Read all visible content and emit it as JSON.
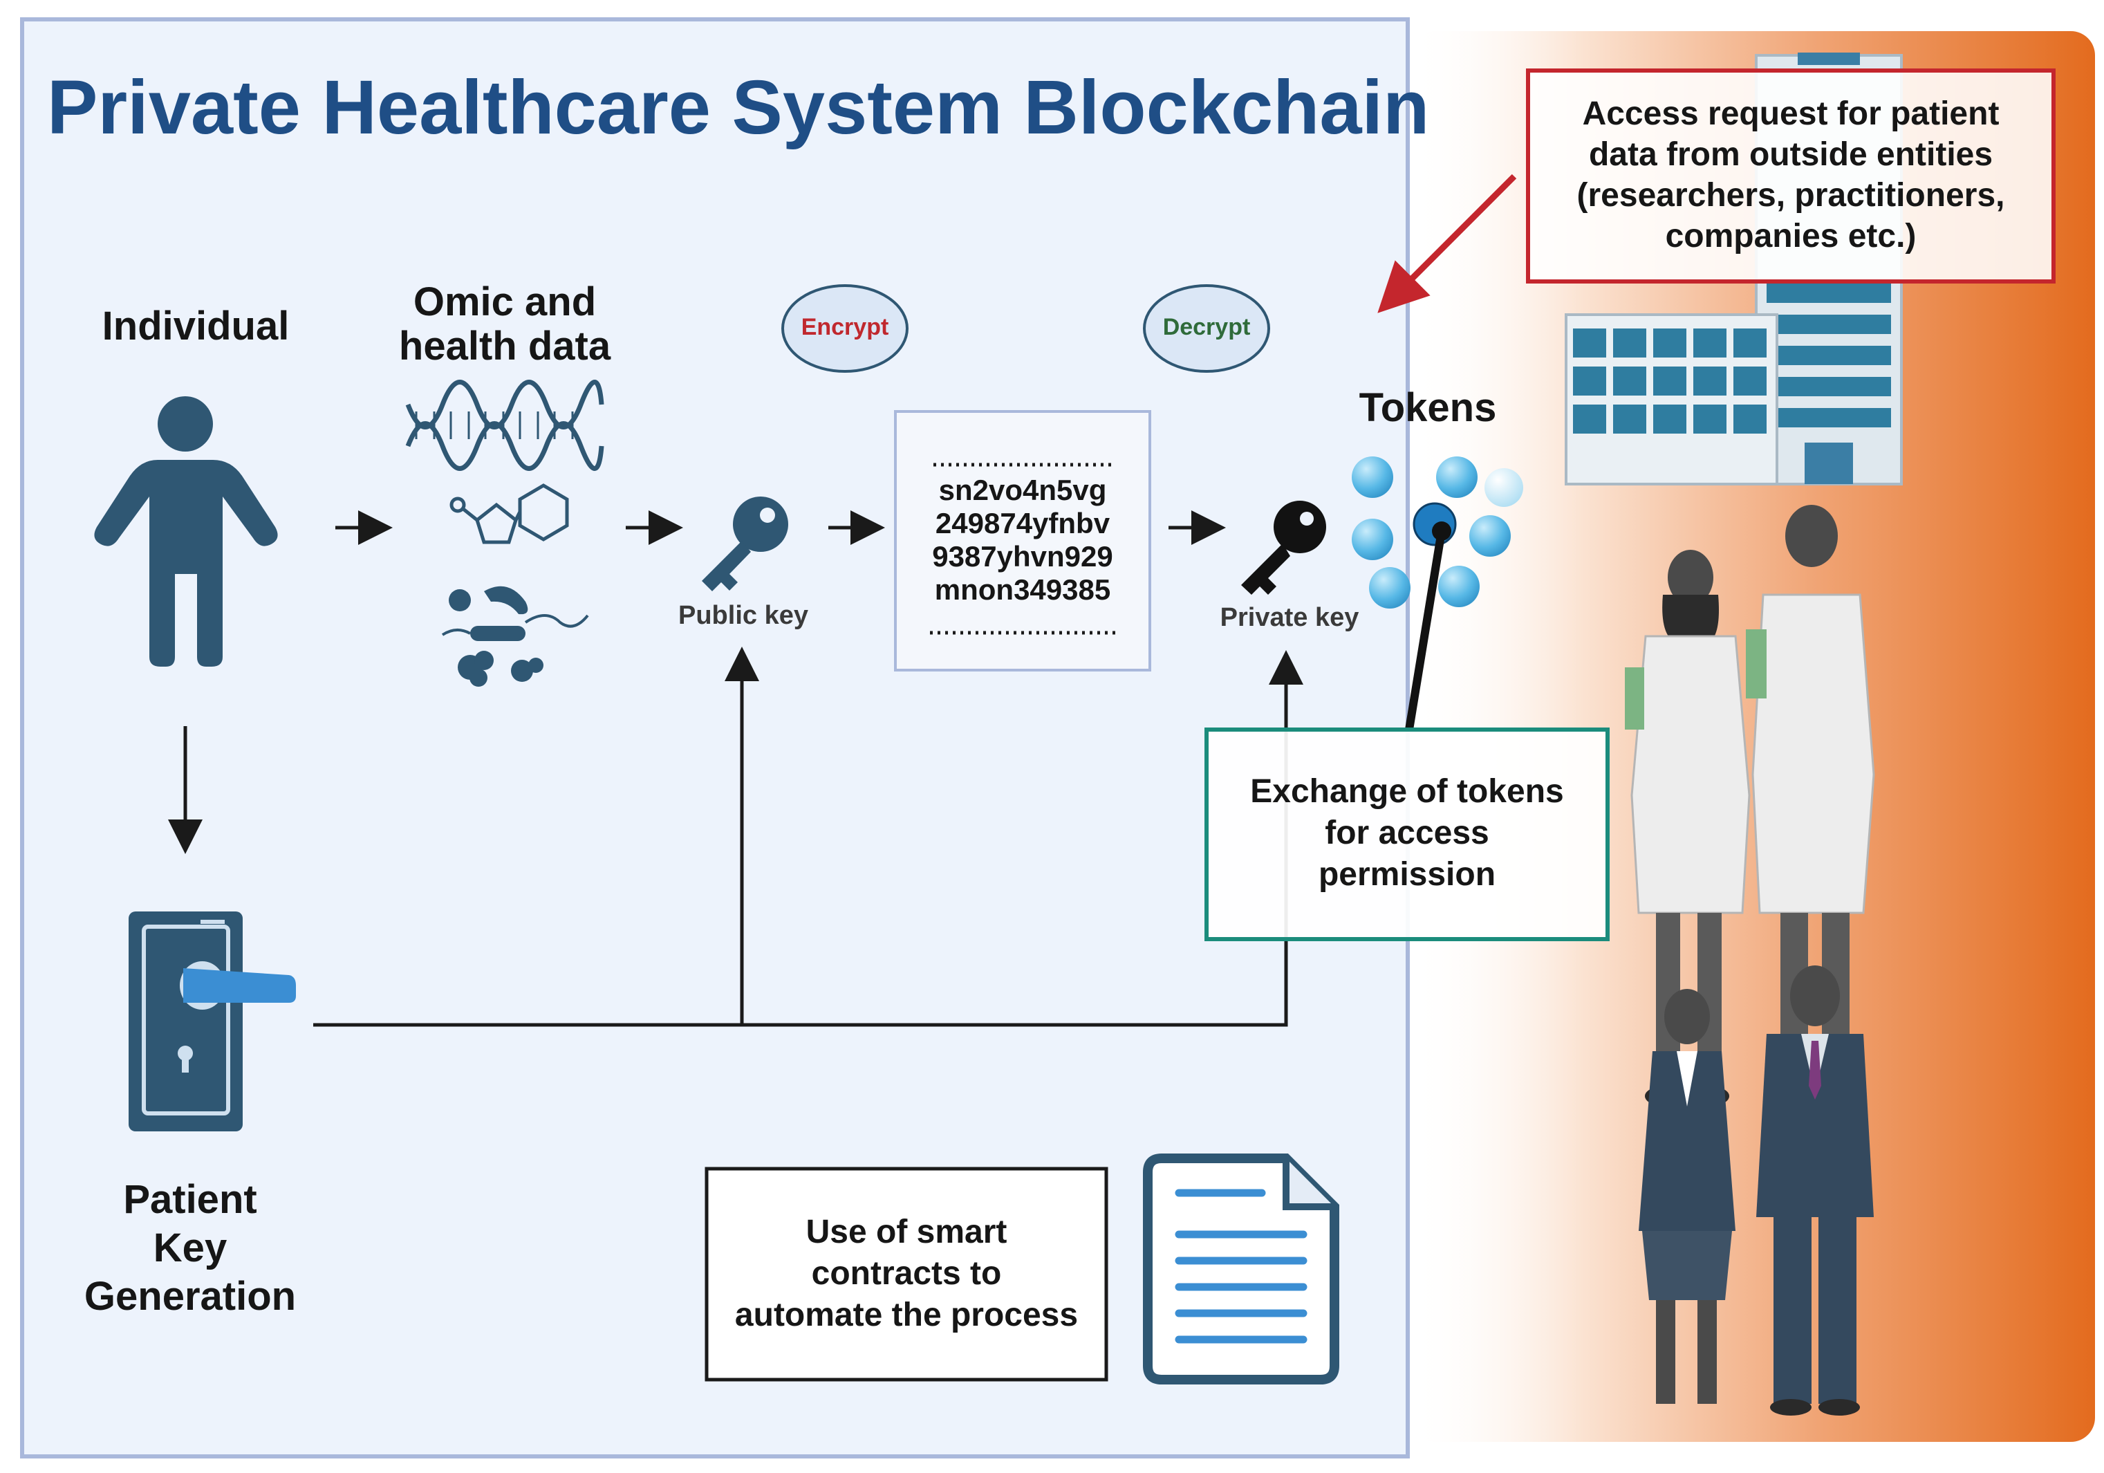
{
  "title": "Private Healthcare System Blockchain",
  "individual": {
    "label": "Individual"
  },
  "omic": {
    "label": "Omic and\nhealth data"
  },
  "encrypt": {
    "label": "Encrypt"
  },
  "decrypt": {
    "label": "Decrypt"
  },
  "public_key": {
    "label": "Public key"
  },
  "private_key": {
    "label": "Private key"
  },
  "tokens": {
    "label": "Tokens"
  },
  "cipher": {
    "lines": "sn2vo4n5vg\n249874yfnbv\n9387yhvn929\nmnon349385"
  },
  "patient_key": {
    "label": "Patient\nKey\nGeneration"
  },
  "smart_contract": {
    "label": "Use of smart\ncontracts to\nautomate the process"
  },
  "exchange": {
    "label": "Exchange of tokens\nfor access\npermission"
  },
  "access_request": {
    "label": "Access request for patient\ndata from outside entities\n(researchers, practitioners,\ncompanies etc.)"
  },
  "colors": {
    "title": "#1f4e86",
    "panel_bg": "#edf3fc",
    "panel_border": "#a9b8db",
    "icon_dark": "#2f5773",
    "encrypt_text": "#c0282e",
    "decrypt_text": "#2f6b3a",
    "teal_border": "#1b8c7c",
    "red_border": "#c4262d",
    "orange": "#e36b1e"
  }
}
